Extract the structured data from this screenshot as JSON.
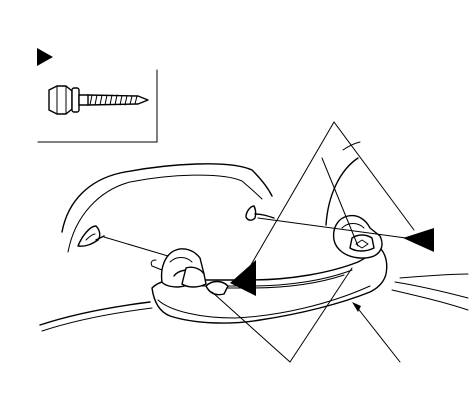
{
  "diagram": {
    "type": "exploded-parts-illustration",
    "parts": [
      "fastener-screw",
      "grab-handle",
      "mounting-clip-left",
      "mounting-clip-right",
      "roof-panel"
    ],
    "callout_markers": [
      "triangle-marker-legend",
      "triangle-marker-left",
      "triangle-marker-right"
    ],
    "colors": {
      "line": "#000000",
      "background": "#ffffff"
    }
  }
}
